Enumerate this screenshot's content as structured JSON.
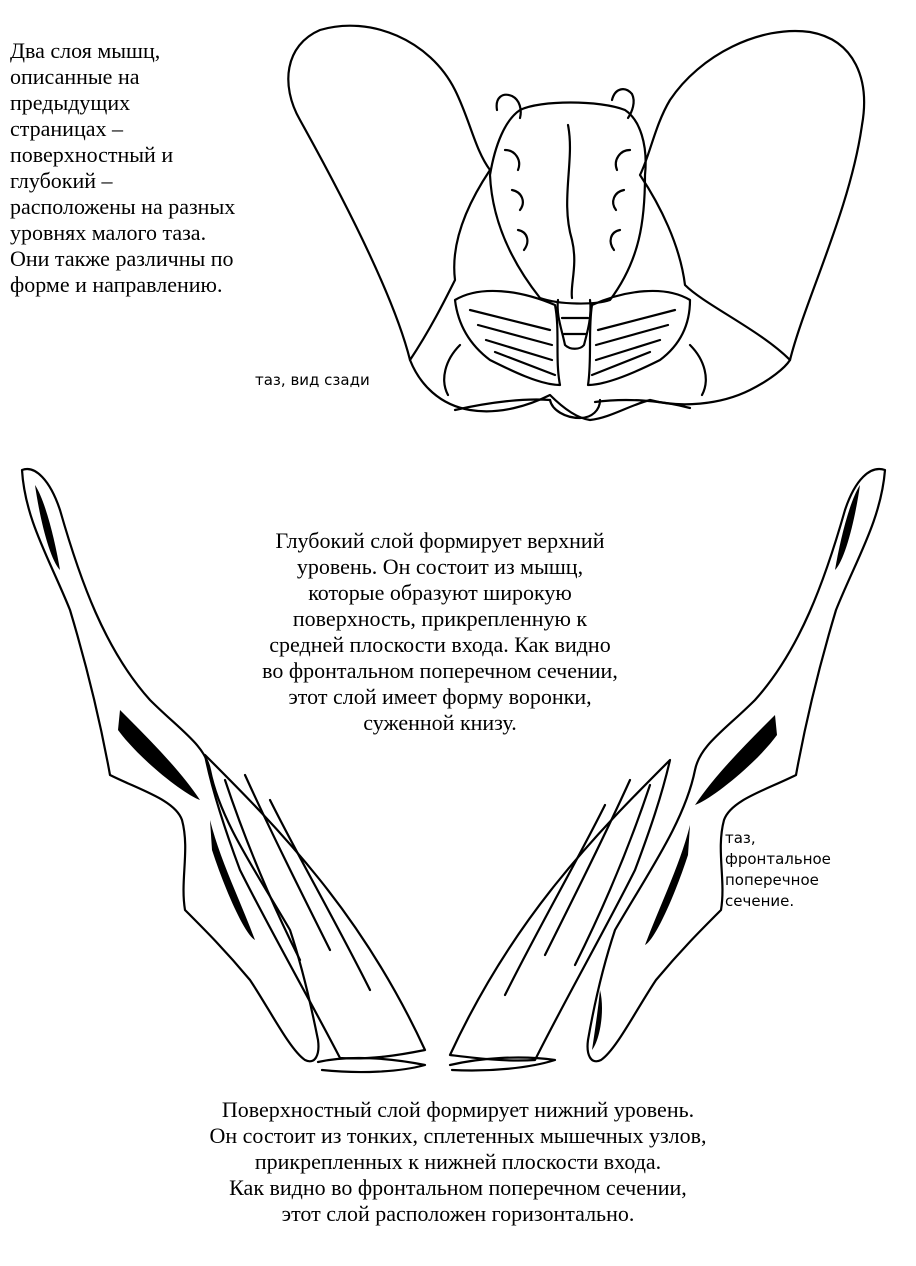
{
  "intro_text": "Два слоя мышц,\nописанные на\nпредыдущих\nстраницах –\nповерхностный и\nглубокий –\nрасположены на разных\nуровнях малого таза.\nОни также различны по\nформе и направлению.",
  "posterior_view_label": "таз, вид сзади",
  "deep_layer_text": "Глубокий слой формирует верхний\nуровень. Он состоит из мышц,\nкоторые образуют широкую\nповерхность, прикрепленную к\nсредней плоскости входа. Как видно\nво фронтальном поперечном сечении,\nэтот слой имеет форму воронки,\nсуженной книзу.",
  "frontal_section_label": "таз,\nфронтальное\nпоперечное\nсечение.",
  "superficial_layer_text": "Поверхностный слой формирует нижний уровень.\nОн состоит из тонких, сплетенных мышечных узлов,\nприкрепленных к нижней плоскости входа.\nКак видно во фронтальном поперечном сечении,\nэтот слой расположен горизонтально.",
  "colors": {
    "ink": "#000000",
    "paper": "#ffffff"
  }
}
